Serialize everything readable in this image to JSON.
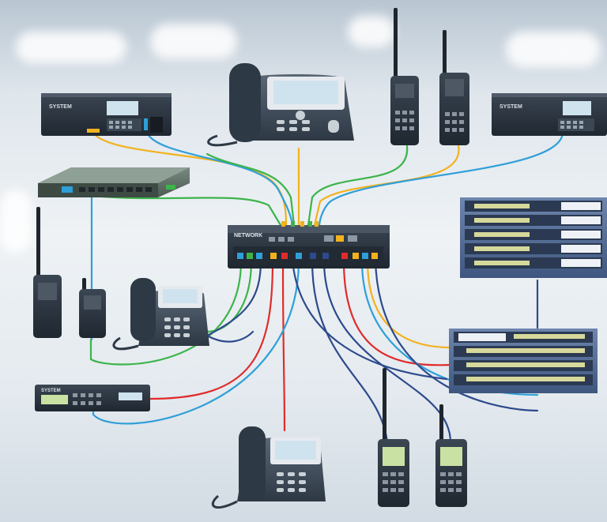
{
  "colors": {
    "cable_yellow": "#f2b21d",
    "cable_green": "#3cb44a",
    "cable_blue": "#2f9fd8",
    "cable_red": "#e02b2b",
    "cable_navy": "#2d4a8c",
    "device_dark": "#2a3440",
    "device_screen": "#cfe3ef",
    "rack_blue": "#4a6a9a"
  },
  "devices": {
    "top_left_unit_label": "SYSTEM",
    "top_right_unit_label": "SYSTEM",
    "central_switch_label": "NETWORK",
    "bottom_left_unit_label": "SYSTEM"
  },
  "icons": [
    "desk-phone-icon",
    "two-way-radio-icon",
    "network-switch-icon",
    "rack-server-icon",
    "pbx-unit-icon"
  ]
}
